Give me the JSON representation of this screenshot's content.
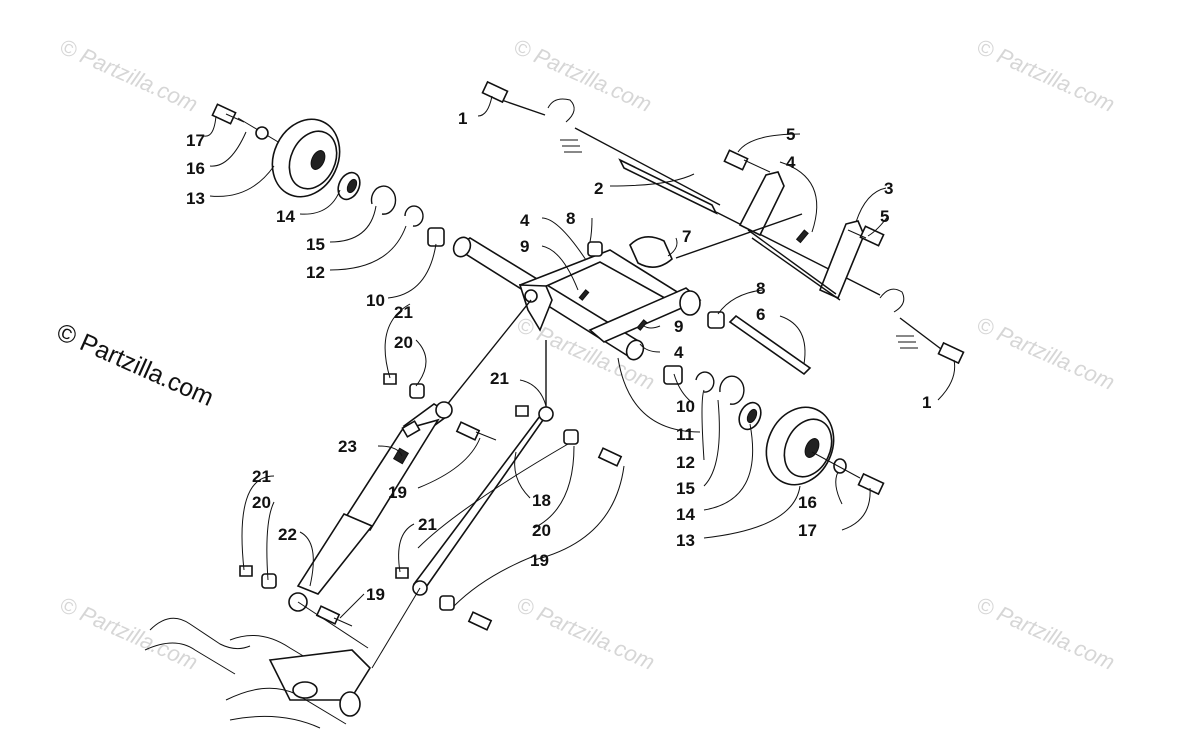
{
  "watermarks": {
    "corner": "© Partzilla.com",
    "main": "© Partzilla.com"
  },
  "callouts": [
    {
      "id": "c1a",
      "text": "1"
    },
    {
      "id": "c1b",
      "text": "1"
    },
    {
      "id": "c2",
      "text": "2"
    },
    {
      "id": "c3",
      "text": "3"
    },
    {
      "id": "c4a",
      "text": "4"
    },
    {
      "id": "c4b",
      "text": "4"
    },
    {
      "id": "c4c",
      "text": "4"
    },
    {
      "id": "c5a",
      "text": "5"
    },
    {
      "id": "c5b",
      "text": "5"
    },
    {
      "id": "c6",
      "text": "6"
    },
    {
      "id": "c7",
      "text": "7"
    },
    {
      "id": "c8a",
      "text": "8"
    },
    {
      "id": "c8b",
      "text": "8"
    },
    {
      "id": "c9a",
      "text": "9"
    },
    {
      "id": "c9b",
      "text": "9"
    },
    {
      "id": "c10a",
      "text": "10"
    },
    {
      "id": "c10b",
      "text": "10"
    },
    {
      "id": "c11",
      "text": "11"
    },
    {
      "id": "c12a",
      "text": "12"
    },
    {
      "id": "c12b",
      "text": "12"
    },
    {
      "id": "c13a",
      "text": "13"
    },
    {
      "id": "c13b",
      "text": "13"
    },
    {
      "id": "c14a",
      "text": "14"
    },
    {
      "id": "c14b",
      "text": "14"
    },
    {
      "id": "c15a",
      "text": "15"
    },
    {
      "id": "c15b",
      "text": "15"
    },
    {
      "id": "c16a",
      "text": "16"
    },
    {
      "id": "c16b",
      "text": "16"
    },
    {
      "id": "c17a",
      "text": "17"
    },
    {
      "id": "c17b",
      "text": "17"
    },
    {
      "id": "c18",
      "text": "18"
    },
    {
      "id": "c19a",
      "text": "19"
    },
    {
      "id": "c19b",
      "text": "19"
    },
    {
      "id": "c19c",
      "text": "19"
    },
    {
      "id": "c20a",
      "text": "20"
    },
    {
      "id": "c20b",
      "text": "20"
    },
    {
      "id": "c20c",
      "text": "20"
    },
    {
      "id": "c21a",
      "text": "21"
    },
    {
      "id": "c21b",
      "text": "21"
    },
    {
      "id": "c21c",
      "text": "21"
    },
    {
      "id": "c21d",
      "text": "21"
    },
    {
      "id": "c22",
      "text": "22"
    },
    {
      "id": "c23",
      "text": "23"
    }
  ]
}
